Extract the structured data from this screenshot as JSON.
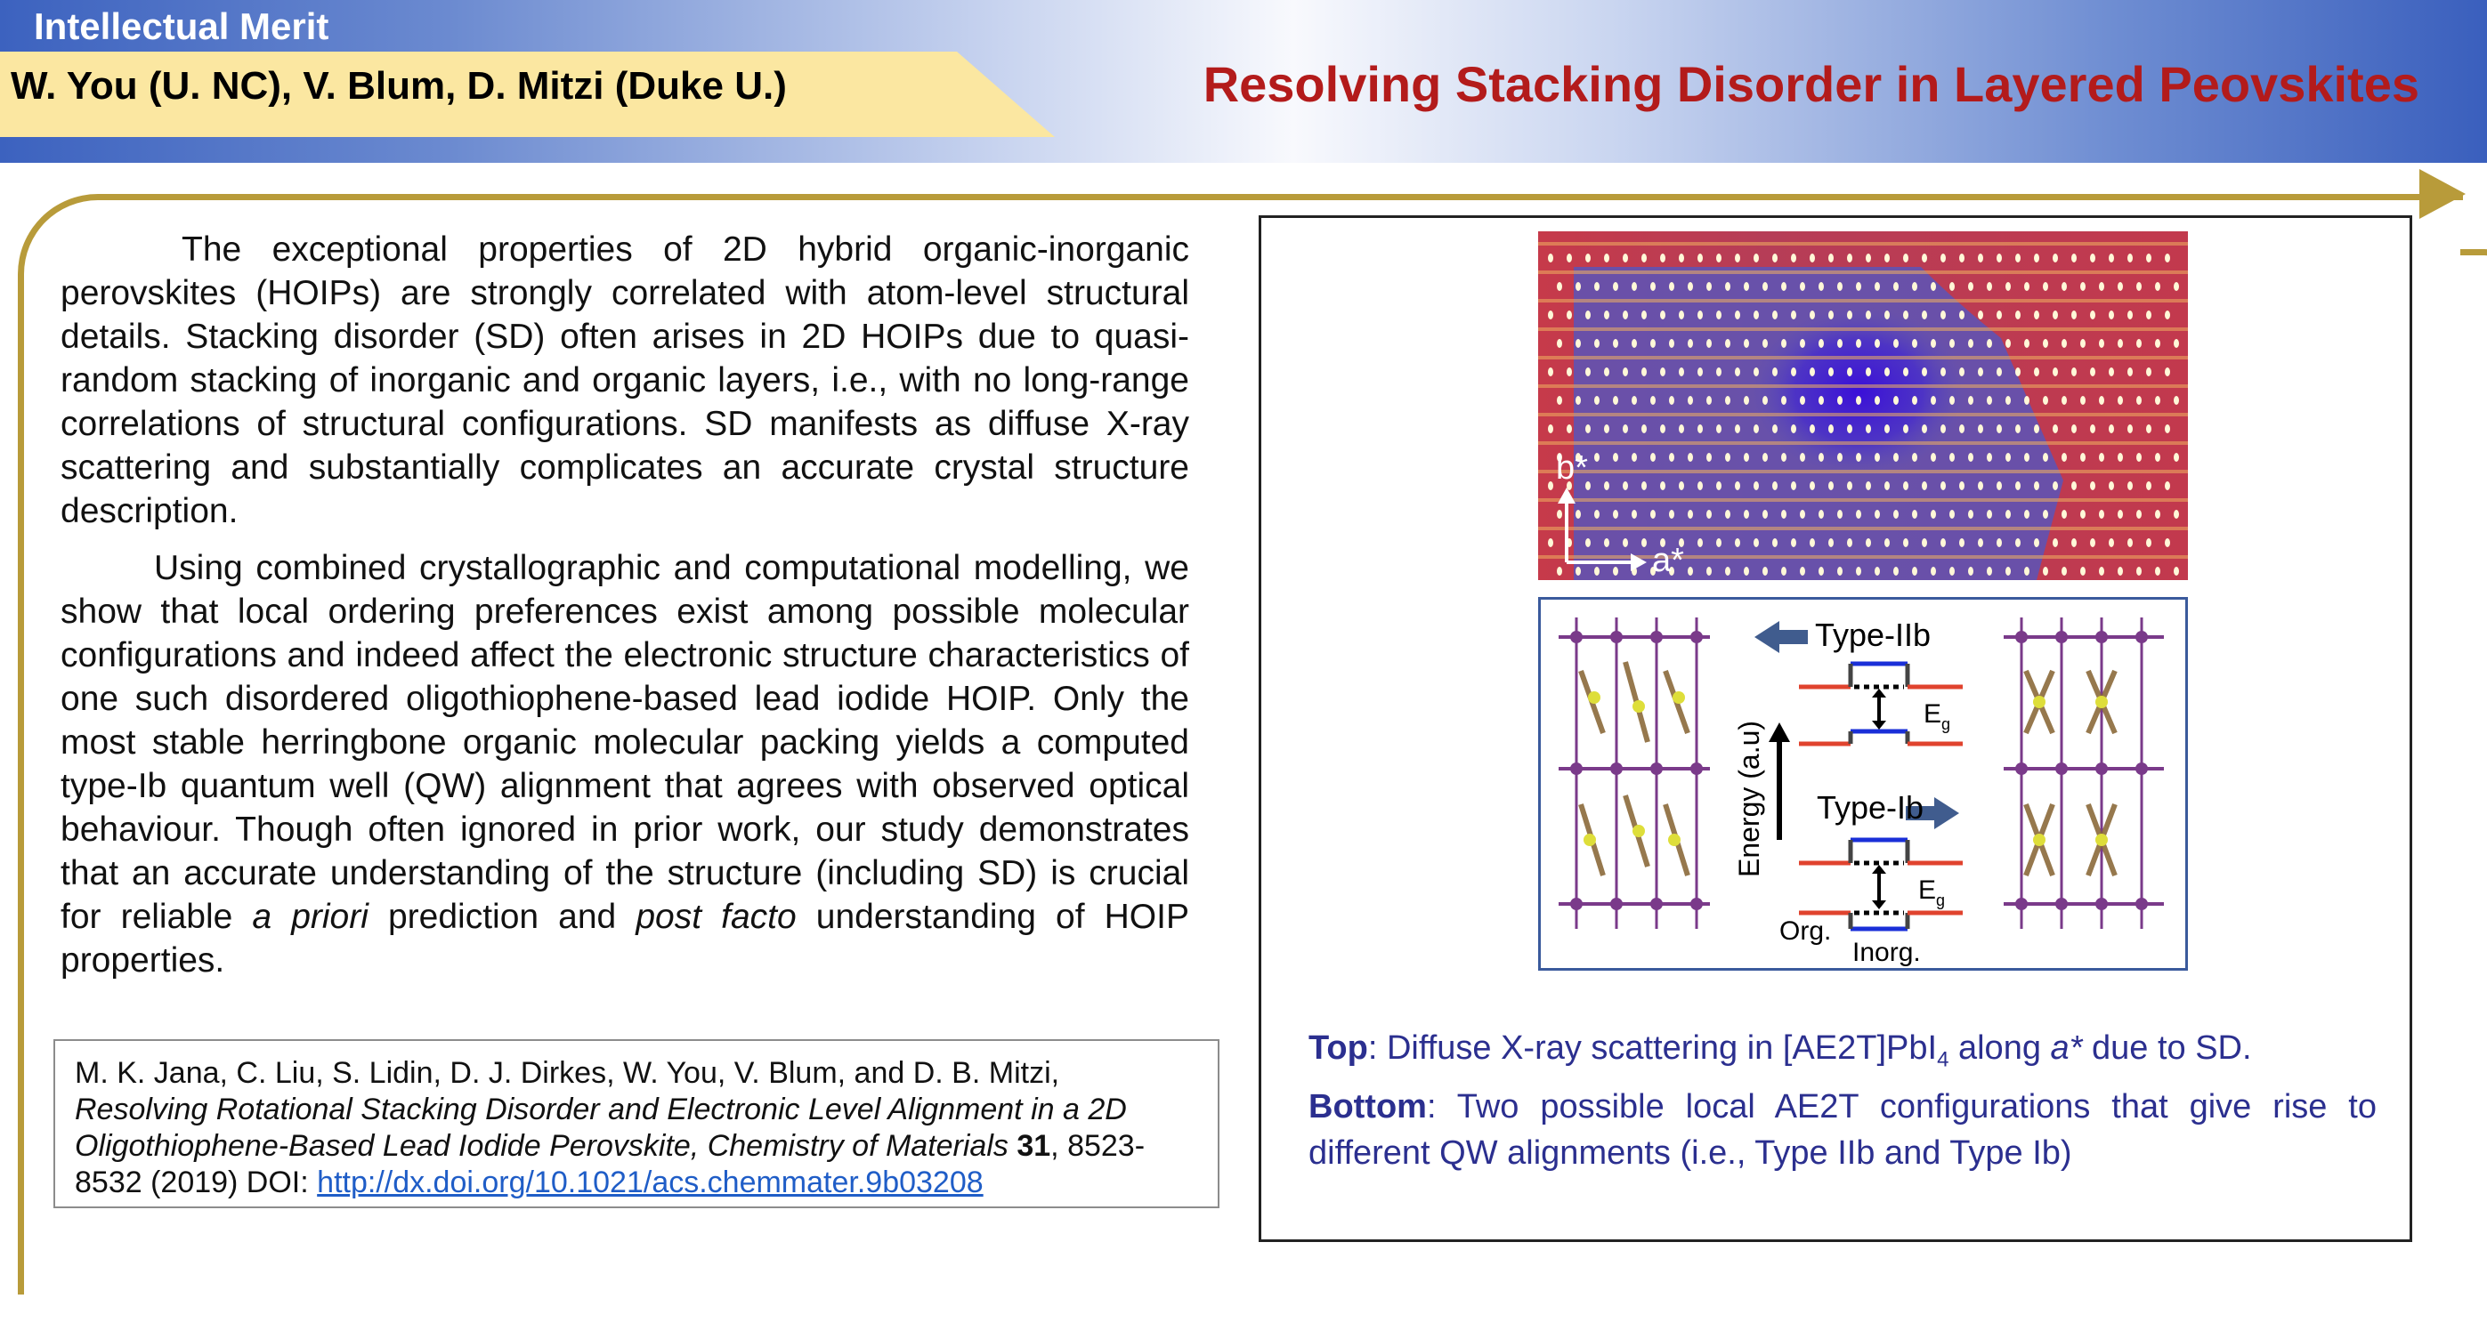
{
  "header": {
    "section_label": "Intellectual Merit",
    "authors": "W. You (U. NC), V. Blum, D. Mitzi (Duke U.)",
    "title": "Resolving Stacking Disorder in Layered Peovskites"
  },
  "body": {
    "paragraph1": "The exceptional properties of 2D hybrid organic-inorganic perovskites (HOIPs) are strongly correlated with atom-level structural details. Stacking disorder (SD) often arises in 2D HOIPs due to quasi-random stacking of inorganic and organic layers, i.e., with no long-range correlations of structural configurations. SD manifests as diffuse X-ray scattering and substantially complicates an accurate crystal structure description.",
    "paragraph2_a": "Using combined crystallographic and computational modelling, we show that local ordering preferences exist among possible molecular configurations and indeed affect the electronic structure characteristics of one such disordered oligothiophene-based lead iodide HOIP. Only the most stable herringbone organic molecular packing yields a computed type-Ib quantum well (QW) alignment that agrees with observed optical behaviour. Though often ignored in prior work, our study demonstrates that an accurate understanding of the structure (including SD) is crucial for reliable ",
    "paragraph2_italic1": "a priori",
    "paragraph2_b": " prediction and ",
    "paragraph2_italic2": "post facto",
    "paragraph2_c": " understanding of HOIP properties."
  },
  "reference": {
    "authors": "M. K. Jana, C. Liu, S. Lidin, D. J. Dirkes, W. You, V. Blum, and D. B. Mitzi,",
    "title_italic": "Resolving Rotational Stacking Disorder and Electronic Level Alignment in a 2D Oligothiophene-Based Lead Iodide Perovskite, Chemistry of Materials",
    "volume": "31",
    "pages": ", 8523-8532 (2019) DOI: ",
    "doi_link": "http://dx.doi.org/10.1021/acs.chemmater.9b03208"
  },
  "figure": {
    "scatter_axis_b": "b*",
    "scatter_axis_a": "a*",
    "type_iib": "Type-IIb",
    "type_ib": "Type-Ib",
    "eg_main": "E",
    "eg_sub": "g",
    "energy_axis": "Energy (a.u)",
    "org_label": "Org.",
    "inorg_label": "Inorg."
  },
  "caption": {
    "top_label": "Top",
    "top_text_a": ": Diffuse X-ray scattering in [AE2T]PbI",
    "top_sub": "4",
    "top_text_b": " along ",
    "top_italic": "a*",
    "top_text_c": " due to SD.",
    "bottom_label": "Bottom",
    "bottom_text": ": Two possible local AE2T configurations that give rise to different QW alignments (i.e., Type IIb and Type Ib)"
  },
  "colors": {
    "title_red": "#b31b1b",
    "caption_blue": "#2b2f8f",
    "frame_gold": "#b89b3a",
    "author_bar": "#fbe7a1"
  }
}
